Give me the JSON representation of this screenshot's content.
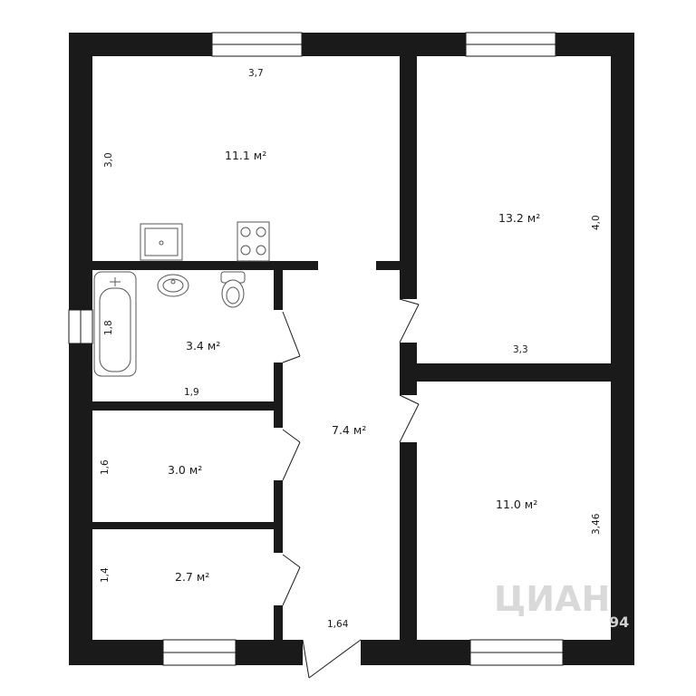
{
  "floor_plan": {
    "rooms": [
      {
        "id": "kitchen",
        "area": "11.1 м²",
        "dims": [
          "3,7",
          "3,0"
        ]
      },
      {
        "id": "bathroom",
        "area": "3.4 м²",
        "dims": [
          "1,9",
          "1,8"
        ]
      },
      {
        "id": "storage-1",
        "area": "3.0 м²",
        "dims": [
          "1,6"
        ]
      },
      {
        "id": "storage-2",
        "area": "2.7 м²",
        "dims": [
          "1,4"
        ]
      },
      {
        "id": "hallway",
        "area": "7.4 м²",
        "dims": [
          "1,64"
        ]
      },
      {
        "id": "bedroom-1",
        "area": "13.2 м²",
        "dims": [
          "3,3",
          "4,0"
        ]
      },
      {
        "id": "bedroom-2",
        "area": "11.0 м²",
        "dims": [
          "3,46"
        ]
      }
    ],
    "watermark": {
      "text": "ЦИАН",
      "code": "94"
    },
    "colors": {
      "wall": "#1a1a1a",
      "background": "#ffffff",
      "fixture": "#555555"
    }
  }
}
